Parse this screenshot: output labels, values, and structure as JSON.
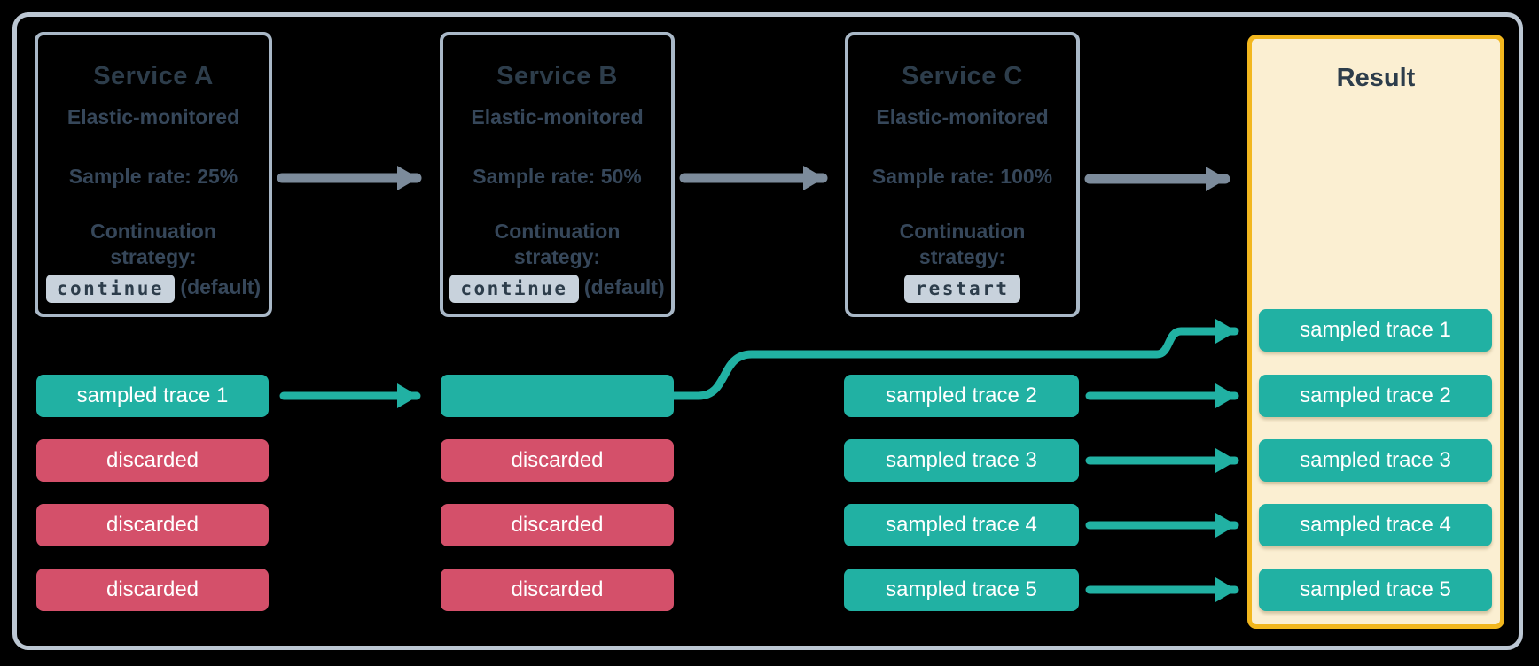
{
  "diagram_title": "Distributed tracing sample-rate continuation diagram",
  "colors": {
    "background": "#000000",
    "outer_border": "#bcc7d3",
    "service_border": "#a9b8c7",
    "teal_sampled": "#21b1a3",
    "red_discarded": "#d4506a",
    "gray_arrow": "#7c8b9b",
    "result_border": "#f2b71e",
    "result_fill": "#fbefd2",
    "chip_bg": "#c8d2dc",
    "dark_text": "#2d3d4b"
  },
  "services": [
    {
      "title": "Service A",
      "subtitle": "Elastic-monitored",
      "sample_rate": "Sample rate: 25%",
      "strategy_label": "Continuation strategy:",
      "strategy_value": "continue",
      "strategy_suffix": "(default)"
    },
    {
      "title": "Service B",
      "subtitle": "Elastic-monitored",
      "sample_rate": "Sample rate: 50%",
      "strategy_label": "Continuation strategy:",
      "strategy_value": "continue",
      "strategy_suffix": "(default)"
    },
    {
      "title": "Service C",
      "subtitle": "Elastic-monitored",
      "sample_rate": "Sample rate: 100%",
      "strategy_label": "Continuation strategy:",
      "strategy_value": "restart",
      "strategy_suffix": ""
    }
  ],
  "col_a": [
    {
      "label": "sampled trace 1",
      "kind": "sampled"
    },
    {
      "label": "discarded",
      "kind": "discarded"
    },
    {
      "label": "discarded",
      "kind": "discarded"
    },
    {
      "label": "discarded",
      "kind": "discarded"
    }
  ],
  "col_b": [
    {
      "label": "",
      "kind": "sampled"
    },
    {
      "label": "discarded",
      "kind": "discarded"
    },
    {
      "label": "discarded",
      "kind": "discarded"
    },
    {
      "label": "discarded",
      "kind": "discarded"
    }
  ],
  "col_c": [
    {
      "label": "sampled trace 2",
      "kind": "sampled"
    },
    {
      "label": "sampled trace 3",
      "kind": "sampled"
    },
    {
      "label": "sampled trace 4",
      "kind": "sampled"
    },
    {
      "label": "sampled trace 5",
      "kind": "sampled"
    }
  ],
  "result": {
    "title": "Result",
    "traces": [
      "sampled trace 1",
      "sampled trace 2",
      "sampled trace 3",
      "sampled trace 4",
      "sampled trace 5"
    ]
  }
}
